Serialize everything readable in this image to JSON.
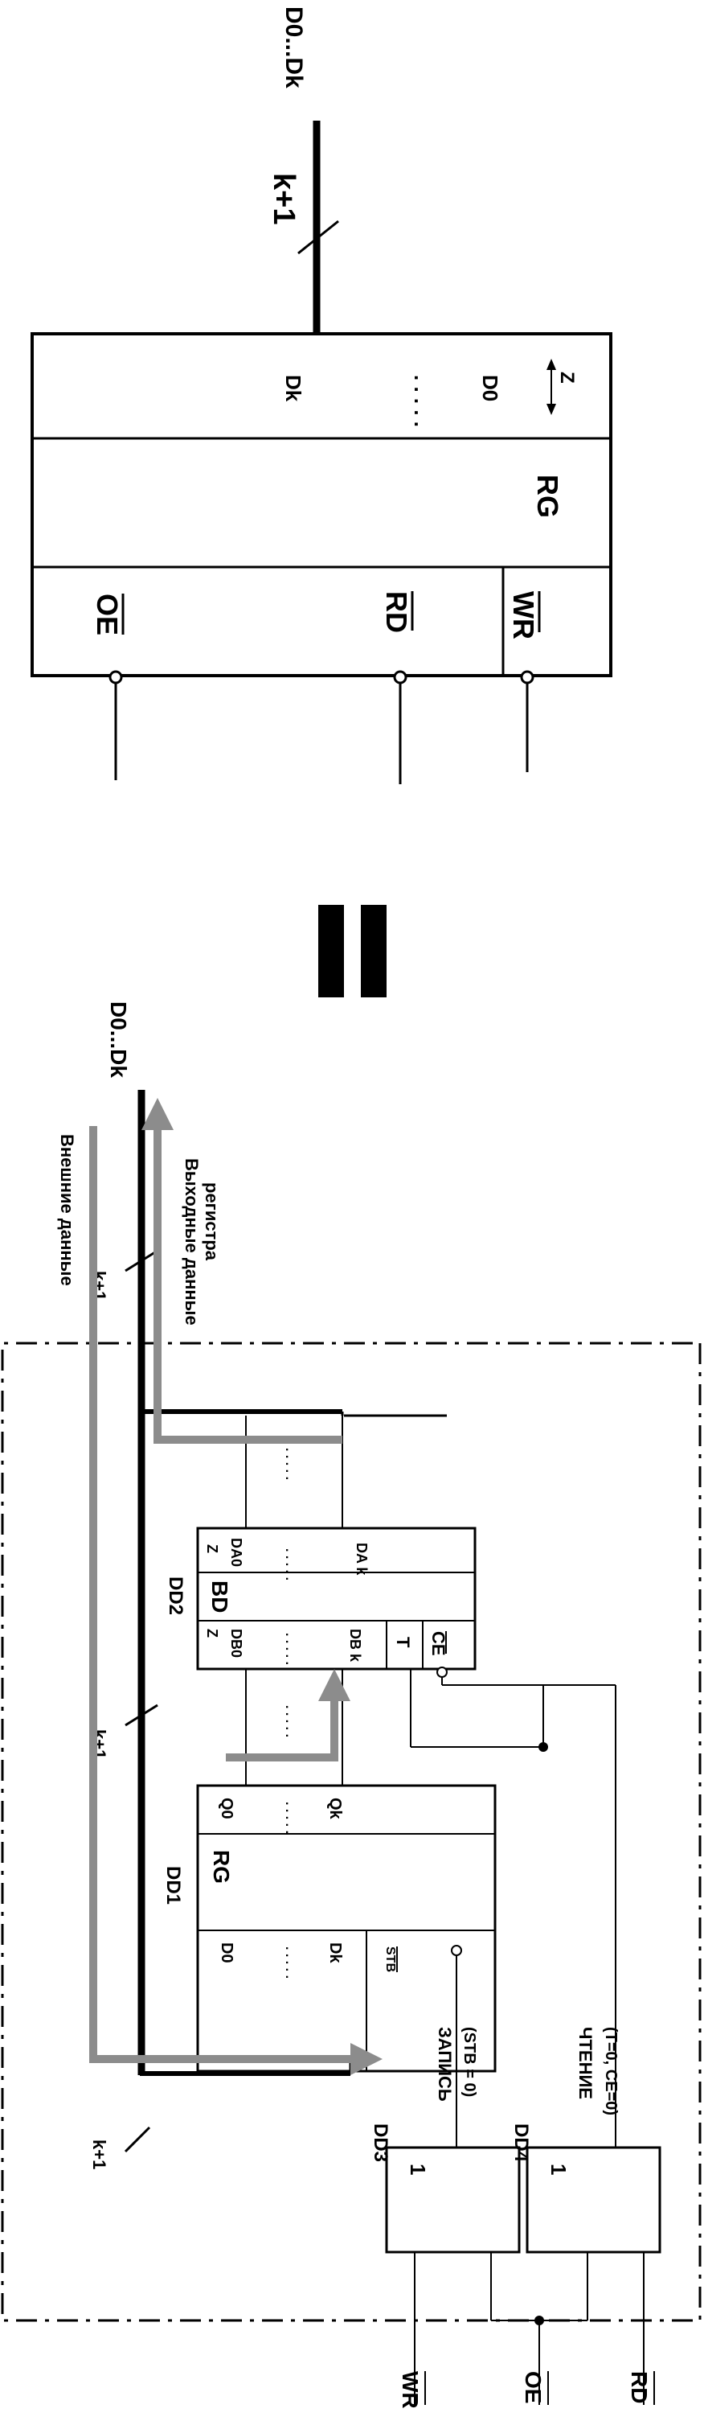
{
  "colors": {
    "ink": "#000000",
    "arrow": "#8c8c8c",
    "background": "#ffffff"
  },
  "top": {
    "bus_label": "D0...Dk",
    "width_label": "k+1",
    "field_z": "Z",
    "field_d0": "D0",
    "field_dk": "Dk",
    "dots": ". . . . .",
    "rg": "RG",
    "wr": "WR",
    "rd": "RD",
    "oe": "OE"
  },
  "bottom": {
    "external_data": "Внешние данные",
    "output_data_line1": "Выходные данные",
    "output_data_line2": "регистра",
    "bus_label": "D0...Dk",
    "width_label": "k+1",
    "dots": ". . . . .",
    "dd1": {
      "ref": "DD1",
      "name": "RG",
      "q0": "Q0",
      "qk": "Qk",
      "d0": "D0",
      "dk": "Dk",
      "stb": "STB"
    },
    "dd2": {
      "ref": "DD2",
      "name": "BD",
      "z": "Z",
      "da0": "DA0",
      "dak": "DA k",
      "db0": "DB0",
      "dbk": "DB k",
      "t": "T",
      "ce": "CE"
    },
    "dd3": {
      "ref": "DD3",
      "symbol": "1"
    },
    "dd4": {
      "ref": "DD4",
      "symbol": "1"
    },
    "write_label": "ЗАПИСЬ",
    "write_cond": "(STB = 0)",
    "read_label": "ЧТЕНИЕ",
    "read_cond": "(T=0, CE=0)",
    "wr": "WR",
    "oe": "OE",
    "rd": "RD"
  }
}
